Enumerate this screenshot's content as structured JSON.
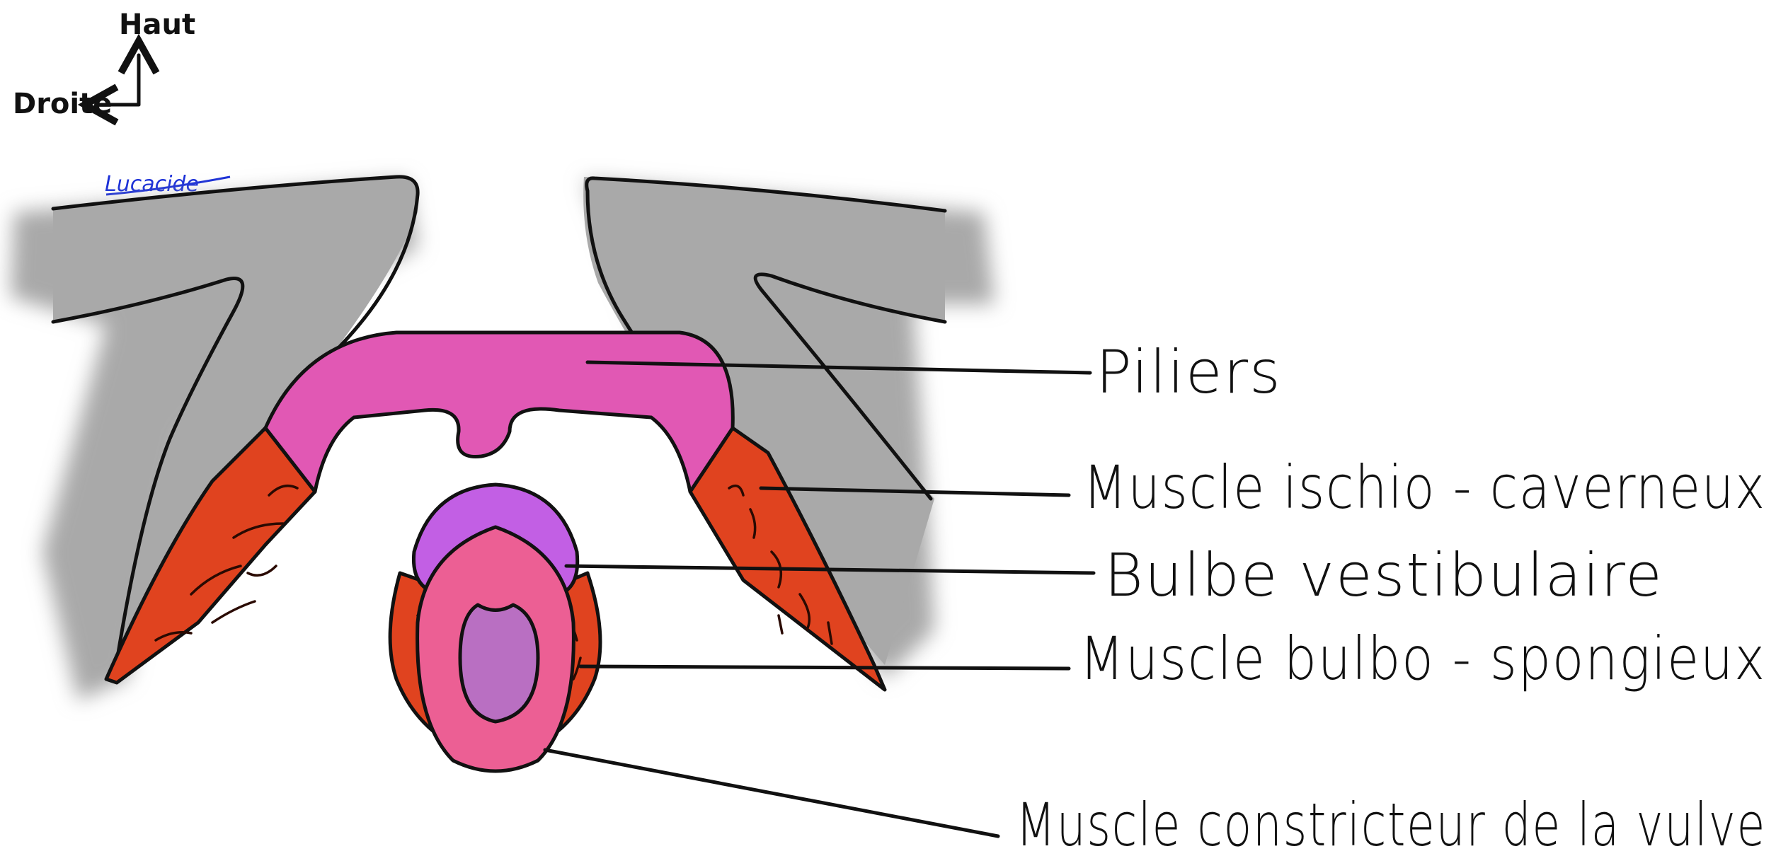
{
  "orientation": {
    "up_label": "Haut",
    "left_label": "Droite"
  },
  "signature": "Lucacide",
  "colors": {
    "bone": "#a9a9a9",
    "pillar": "#e158b4",
    "muscle": "#e0431f",
    "bulb": "#c25fe4",
    "constrictor": "#ec5f94",
    "opening": "#b96fc2"
  },
  "labels": {
    "piliers": "Piliers",
    "ischio": "Muscle ischio - caverneux",
    "bulbe": "Bulbe vestibulaire",
    "bulbo": "Muscle bulbo - spongieux",
    "constricteur": "Muscle constricteur de la vulve"
  }
}
